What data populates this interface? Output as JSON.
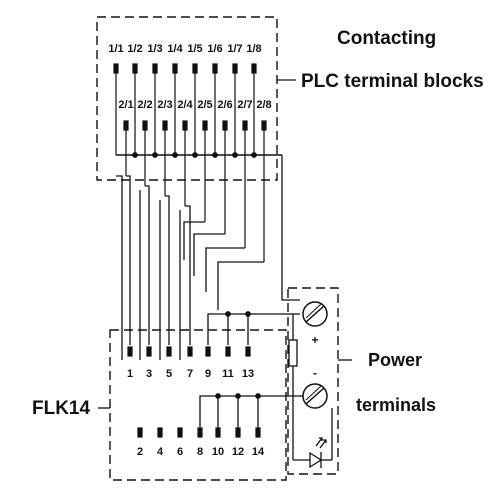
{
  "plc": {
    "top_pins": [
      "1/1",
      "1/2",
      "1/3",
      "1/4",
      "1/5",
      "1/6",
      "1/7",
      "1/8"
    ],
    "bottom_pins": [
      "2/1",
      "2/2",
      "2/3",
      "2/4",
      "2/5",
      "2/6",
      "2/7",
      "2/8"
    ],
    "label_line1": "Contacting",
    "label_line2": "PLC terminal blocks"
  },
  "flk": {
    "label": "FLK14",
    "odd_pins": [
      "1",
      "3",
      "5",
      "7",
      "9",
      "11",
      "13"
    ],
    "even_pins": [
      "2",
      "4",
      "6",
      "8",
      "10",
      "12",
      "14"
    ]
  },
  "power": {
    "label_line1": "Power",
    "label_line2": "terminals",
    "plus": "+",
    "minus": "-"
  }
}
